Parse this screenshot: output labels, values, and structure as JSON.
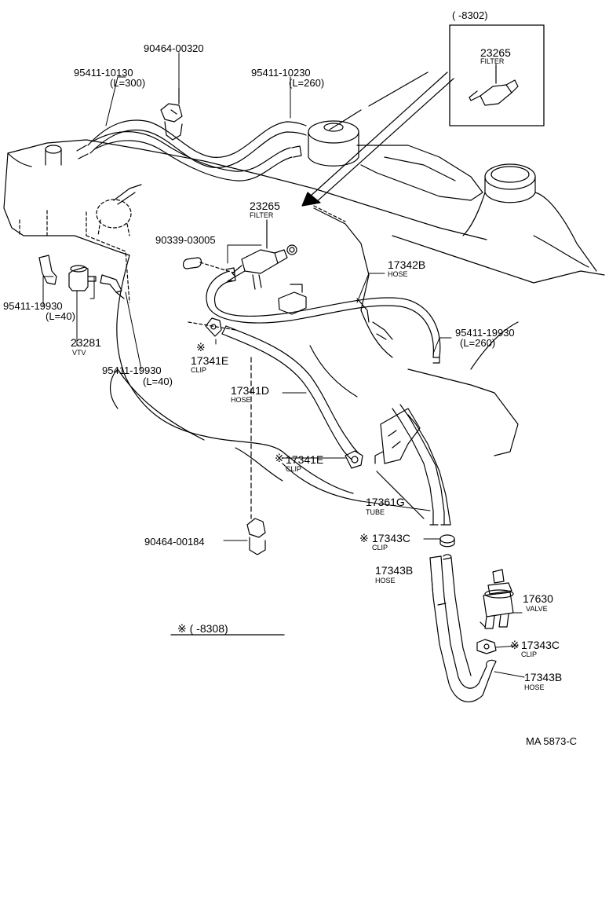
{
  "inset": {
    "range": "(      -8302)",
    "part_no": "23265",
    "part_name": "FILTER"
  },
  "callouts": {
    "c_90464_00320": "90464-00320",
    "c_95411_10130": "95411-10130",
    "c_95411_10130_len": "(L=300)",
    "c_95411_10230": "95411-10230",
    "c_95411_10230_len": "(L=260)",
    "c_23265": "23265",
    "c_23265_name": "FILTER",
    "c_90339_03005": "90339-03005",
    "c_17342B": "17342B",
    "c_17342B_name": "HOSE",
    "c_95411_19930_r": "95411-19930",
    "c_95411_19930_r_len": "(L=260)",
    "c_95411_19930_l": "95411-19930",
    "c_95411_19930_l_len": "(L=40)",
    "c_23281": "23281",
    "c_23281_name": "VTV",
    "c_95411_19930_b": "95411-19930",
    "c_95411_19930_b_len": "(L=40)",
    "c_17341E_a": "17341E",
    "c_17341E_a_name": "CLIP",
    "c_17341D": "17341D",
    "c_17341D_name": "HOSE",
    "c_17341E_b": "17341E",
    "c_17341E_b_name": "CLIP",
    "c_17361G": "17361G",
    "c_17361G_name": "TUBE",
    "c_90464_00184": "90464-00184",
    "c_17343C_a": "17343C",
    "c_17343C_a_name": "CLIP",
    "c_17343B_a": "17343B",
    "c_17343B_a_name": "HOSE",
    "c_17630": "17630",
    "c_17630_name": "VALVE",
    "c_17343C_b": "17343C",
    "c_17343C_b_name": "CLIP",
    "c_17343B_b": "17343B",
    "c_17343B_b_name": "HOSE"
  },
  "asterisk_mark": "※",
  "footnote": "※ (      -8308)",
  "figure_code": "MA 5873-C",
  "colors": {
    "ink": "#000000",
    "paper": "#ffffff"
  }
}
